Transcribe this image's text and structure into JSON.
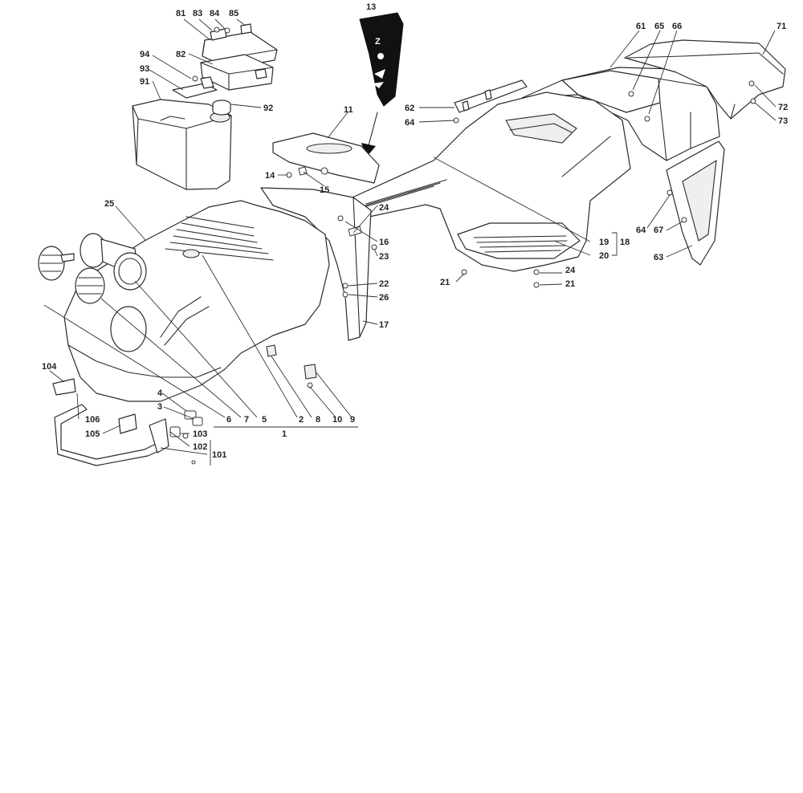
{
  "diagram": {
    "labels": {
      "l81": "81",
      "l83": "83",
      "l84": "84",
      "l85": "85",
      "l82": "82",
      "l94": "94",
      "l93": "93",
      "l91": "91",
      "l92": "92",
      "l13": "13",
      "l11": "11",
      "l14": "14",
      "l15": "15",
      "l25": "25",
      "l24a": "24",
      "l16": "16",
      "l23": "23",
      "l22": "22",
      "l26": "26",
      "l17": "17",
      "l61": "61",
      "l65": "65",
      "l66": "66",
      "l71": "71",
      "l72": "72",
      "l73": "73",
      "l62": "62",
      "l64a": "64",
      "l64b": "64",
      "l67": "67",
      "l63": "63",
      "l19": "19",
      "l18": "18",
      "l20": "20",
      "l21a": "21",
      "l24b": "24",
      "l21b": "21",
      "l104": "104",
      "l106": "106",
      "l105": "105",
      "l4": "4",
      "l3": "3",
      "l103": "103",
      "l102": "102",
      "l101": "101",
      "l6": "6",
      "l7": "7",
      "l5": "5",
      "l2": "2",
      "l8": "8",
      "l10": "10",
      "l9": "9",
      "l1": "1"
    },
    "decal_letter": "Z"
  }
}
